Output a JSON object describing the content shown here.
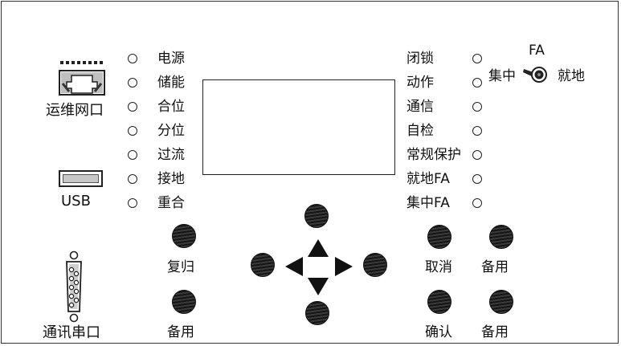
{
  "left_ports": {
    "ethernet_label": "运维网口",
    "usb_label": "USB",
    "serial_label": "通讯串口"
  },
  "left_leds": [
    "电源",
    "储能",
    "合位",
    "分位",
    "过流",
    "接地",
    "重合"
  ],
  "right_leds": [
    "闭锁",
    "动作",
    "通信",
    "自检",
    "常规保护",
    "就地FA",
    "集中FA"
  ],
  "switch": {
    "title": "FA",
    "left_label": "集中",
    "right_label": "就地"
  },
  "buttons": {
    "reset": "复归",
    "spare_left": "备用",
    "cancel": "取消",
    "confirm": "确认",
    "spare_top_right": "备用",
    "spare_bottom_right": "备用"
  },
  "colors": {
    "border": "#333333",
    "knob": "#2a2a2a"
  }
}
